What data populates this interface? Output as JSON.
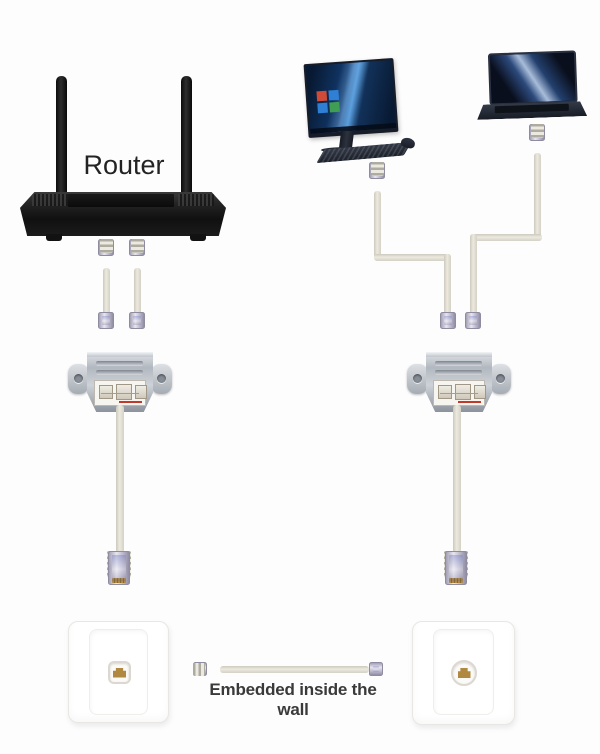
{
  "diagram": {
    "labels": {
      "router": "Router",
      "wall_note": "Embedded inside the wall"
    },
    "devices": [
      {
        "name": "router",
        "label": "Router"
      },
      {
        "name": "desktop-computer"
      },
      {
        "name": "laptop-computer"
      },
      {
        "name": "ethernet-splitter-left"
      },
      {
        "name": "ethernet-splitter-right"
      },
      {
        "name": "wall-plate-left"
      },
      {
        "name": "wall-plate-right"
      }
    ],
    "connections": [
      "router to splitter-left via two short patch cables",
      "desktop-computer to splitter-right left port",
      "laptop-computer to splitter-right right port",
      "splitter-left to wall-plate-left",
      "splitter-right to wall-plate-right",
      "wall-plate-left to wall-plate-right embedded inside the wall"
    ],
    "colors": {
      "background": "#fdfdfd",
      "router_body": "#1f1f1f",
      "cable": "#ece9df",
      "connector": "#e8e6f0",
      "splitter_metal": "#b2b8c0",
      "wall_plate": "#ffffff",
      "jack_gold": "#b0883f",
      "text": "#3a3a3a"
    }
  }
}
